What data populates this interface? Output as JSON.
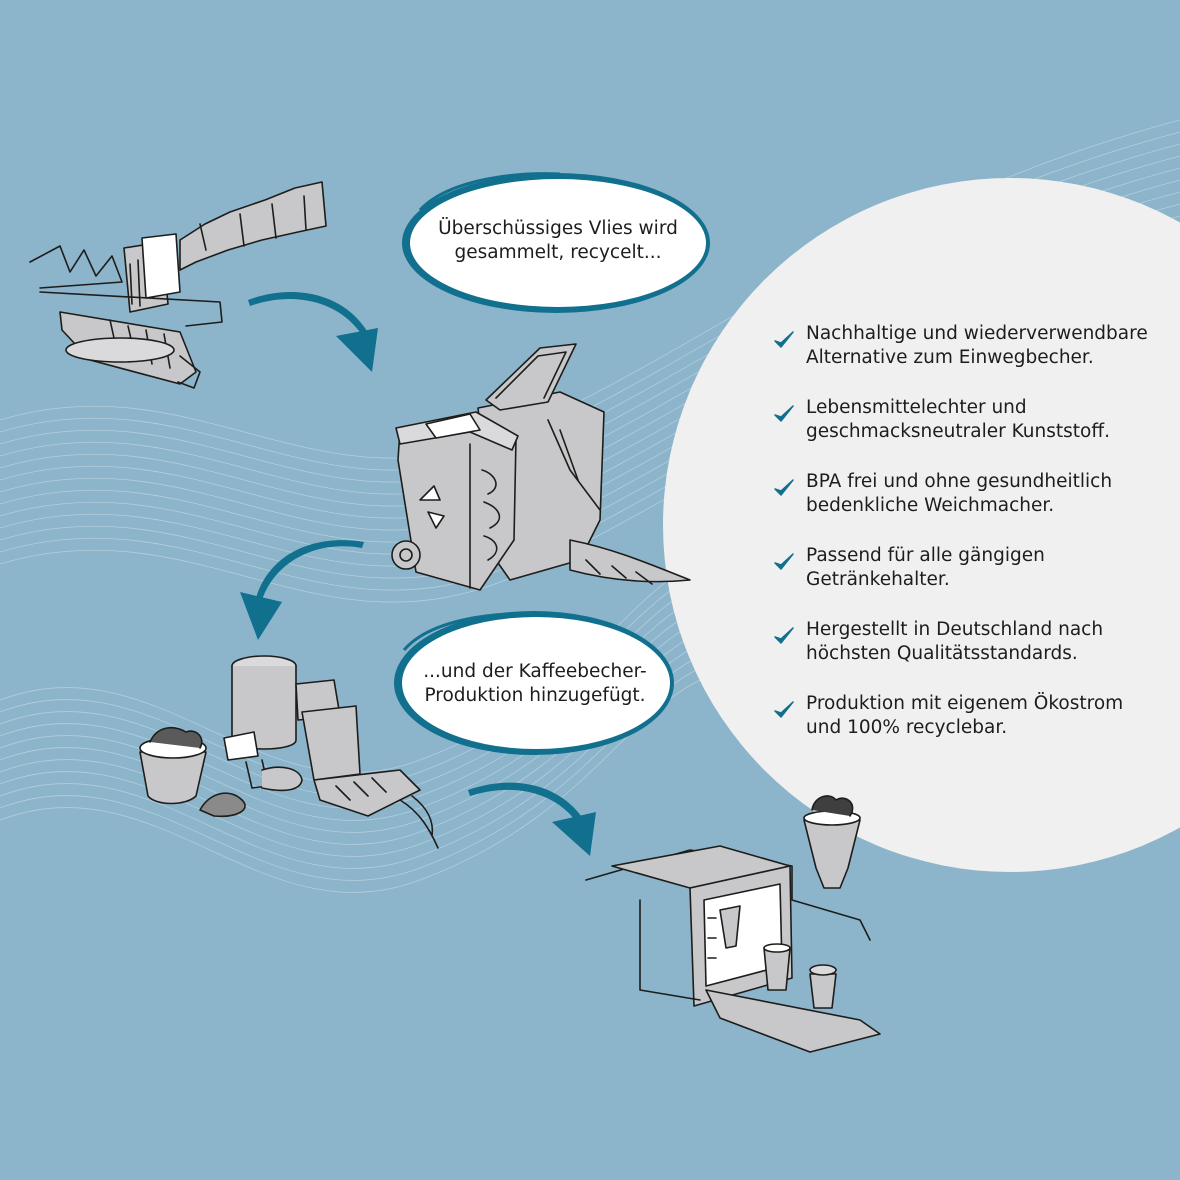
{
  "colors": {
    "background": "#8cb4cb",
    "circle": "#f0f0f0",
    "accent": "#10708e",
    "ink": "#1d1d1b",
    "sketch_fill": "#c8c8ca"
  },
  "bubbles": [
    {
      "lines": [
        "Überschüssiges Vlies wird",
        "gesammelt, recycelt..."
      ]
    },
    {
      "lines": [
        "...und der Kaffeebecher-",
        "Produktion hinzugefügt."
      ]
    }
  ],
  "benefits": [
    {
      "icon": "checkmark-icon",
      "lines": [
        "Nachhaltige und wiederverwendbare",
        "Alternative zum Einwegbecher."
      ]
    },
    {
      "icon": "checkmark-icon",
      "lines": [
        "Lebensmittelechter und",
        "geschmacksneutraler Kunststoff."
      ]
    },
    {
      "icon": "checkmark-icon",
      "lines": [
        "BPA frei und ohne gesundheitlich",
        "bedenkliche Weichmacher."
      ]
    },
    {
      "icon": "checkmark-icon",
      "lines": [
        "Passend für alle gängigen",
        "Getränkehalter."
      ]
    },
    {
      "icon": "checkmark-icon",
      "lines": [
        "Hergestellt in Deutschland nach",
        "höchsten Qualitätsstandards."
      ]
    },
    {
      "icon": "checkmark-icon",
      "lines": [
        "Produktion mit eigenem Ökostrom",
        "und 100% recyclebar."
      ]
    }
  ],
  "illustrations": [
    "fleece-production-machine-illustration",
    "recycling-bins-illustration",
    "granulator-machine-illustration",
    "cup-injection-molding-machine-illustration"
  ]
}
